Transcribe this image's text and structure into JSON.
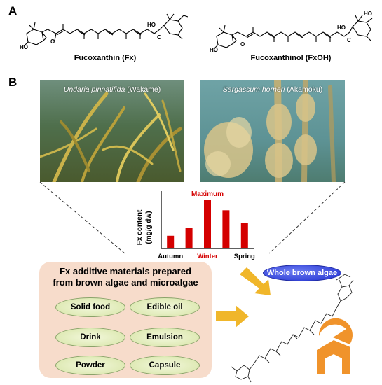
{
  "panels": {
    "a": "A",
    "b": "B"
  },
  "molecules": {
    "fx": "Fucoxanthin (Fx)",
    "fxoh": "Fucoxanthinol (FxOH)",
    "labels": {
      "ho": "HO",
      "o": "O",
      "c": "C"
    }
  },
  "photos": {
    "left": {
      "species": "Undaria pinnatifida",
      "common": " (Wakame)"
    },
    "right": {
      "species": "Sargassum horneri",
      "common": " (Akamoku)"
    }
  },
  "chart_data": {
    "type": "bar",
    "categories": [
      "Autumn",
      "",
      "Winter",
      "",
      "Spring"
    ],
    "tick_labels": [
      "Autumn",
      "Winter",
      "Spring"
    ],
    "values": [
      1.0,
      1.6,
      3.8,
      3.0,
      2.0
    ],
    "ylim": [
      0,
      4.5
    ],
    "ylabel_line1": "Fx content",
    "ylabel_line2": "(mg/g dw)",
    "annotation": "Maximum",
    "colors": {
      "bar": "#d40000",
      "highlight": "#d40000",
      "axis": "#000000"
    }
  },
  "materials": {
    "title_line1": "Fx additive materials prepared",
    "title_line2": "from brown algae and microalgae",
    "items": [
      "Solid food",
      "Edible oil",
      "Drink",
      "Emulsion",
      "Powder",
      "Capsule"
    ]
  },
  "whole_algae": "Whole brown algae",
  "colors": {
    "materials_bg": "#f7dccb",
    "arrow": "#f0b62a",
    "person": "#f0932b",
    "whole_algae_oval": "#2f3fd8"
  }
}
